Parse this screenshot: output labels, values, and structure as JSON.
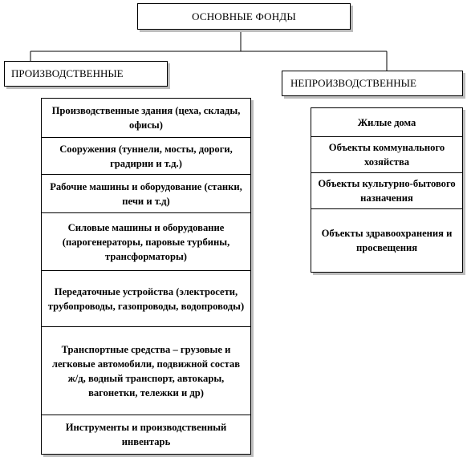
{
  "root": {
    "label": "ОСНОВНЫЕ ФОНДЫ"
  },
  "production": {
    "label": "ПРОИЗВОДСТВЕННЫЕ",
    "items": [
      "Производственные здания (цеха, склады, офисы)",
      "Сооружения (туннели, мосты, дороги, градирни и т.д.)",
      "Рабочие машины и оборудование (станки, печи и т.д)",
      "Силовые машины и оборудование (парогенераторы, паровые турбины, трансформаторы)",
      "Передаточные устройства (электросети, трубопроводы, газопроводы, водопроводы)",
      "Транспортные средства – грузовые и легковые автомобили, подвижной состав ж/д, водный транспорт, автокары, вагонетки, тележки и др)",
      "Инструменты и производственный инвентарь"
    ]
  },
  "nonproduction": {
    "label": "НЕПРОИЗВОДСТВЕННЫЕ",
    "items": [
      "Жилые дома",
      "Объекты коммунального хозяйства",
      "Объекты культурно-бытового назначения",
      "Объекты здравоохранения и просвещения"
    ]
  }
}
